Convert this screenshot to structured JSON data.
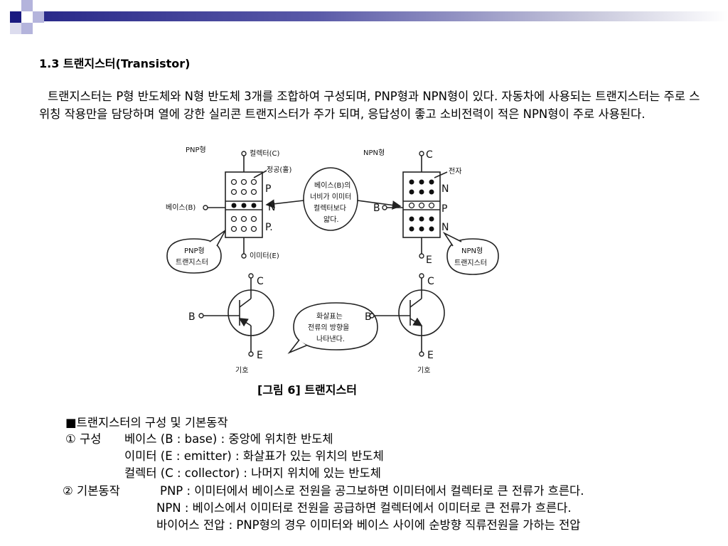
{
  "heading": "1.3 트랜지스터(Transistor)",
  "intro": "트랜지스터는 P형 반도체와 N형 반도체 3개를 조합하여 구성되며, PNP형과 NPN형이 있다. 자동차에 사용되는 트랜지스터는 주로 스위칭 작용만을 담당하며 열에 강한 실리콘 트랜지스터가 주가 되며, 응답성이 좋고 소비전력이 적은 NPN형이 주로 사용된다.",
  "figure": {
    "pnp_title": "PNP형",
    "npn_title": "NPN형",
    "collector": "컬렉터(C)",
    "hole": "정공(홀)",
    "base": "베이스(B)",
    "emitter": "이미터(E)",
    "electron": "전자",
    "p": "P",
    "n": "N",
    "pp": "P.",
    "c": "C",
    "b": "B",
    "e": "E",
    "center_bubble": [
      "베이스(B)의",
      "너비가 이미터",
      "컬렉터보다",
      "얇다."
    ],
    "pnp_bubble": [
      "PNP형",
      "트랜지스터"
    ],
    "npn_bubble": [
      "NPN형",
      "트랜지스터"
    ],
    "arrow_bubble": [
      "화살표는",
      "전류의 방향을",
      "나타낸다."
    ],
    "symbol": "기호"
  },
  "caption": "[그림 6] 트랜지스터",
  "list": {
    "header": "■트랜지스터의 구성 및 기본동작",
    "item1_label": "① 구성",
    "item1_lines": [
      "베이스 (B : base) : 중앙에 위치한 반도체",
      "이미터 (E : emitter) : 화살표가 있는 위치의 반도체",
      "컬렉터 (C : collector) : 나머지 위치에 있는 반도체"
    ],
    "item2_label": "② 기본동작",
    "item2_lines": [
      "PNP : 이미터에서 베이스로 전원을 공그보하면 이미터에서 컬렉터로 큰 전류가 흐른다.",
      "NPN : 베이스에서 이미터로 전원을 공급하면 컬렉터에서 이미터로 큰 전류가 흐른다.",
      "바이어스 전압 : PNP형의 경우 이미터와 베이스 사이에 순방향 직류전원을 가하는 전압"
    ]
  },
  "colors": {
    "accent_dark": "#1a1a80",
    "accent_light": "#9a9acc"
  }
}
